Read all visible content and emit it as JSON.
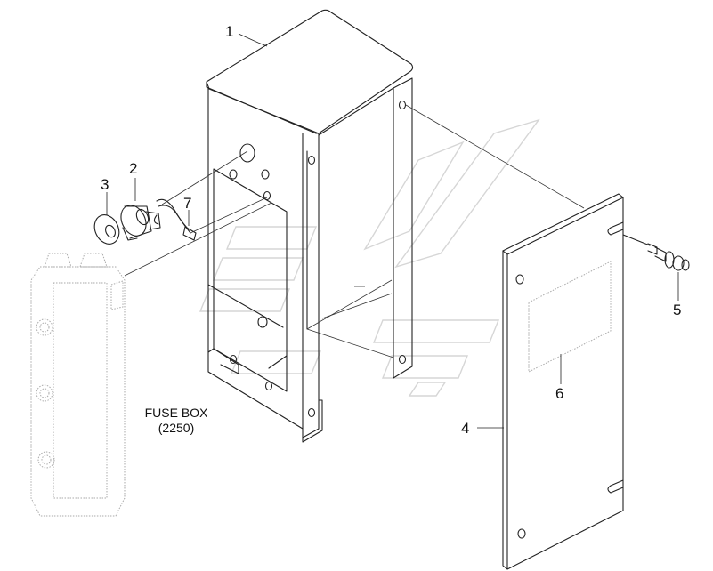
{
  "callouts": {
    "c1": "1",
    "c2": "2",
    "c3": "3",
    "c4": "4",
    "c5": "5",
    "c6": "6",
    "c7": "7"
  },
  "fuse_box": {
    "line1": "FUSE BOX",
    "line2": "(2250)"
  }
}
